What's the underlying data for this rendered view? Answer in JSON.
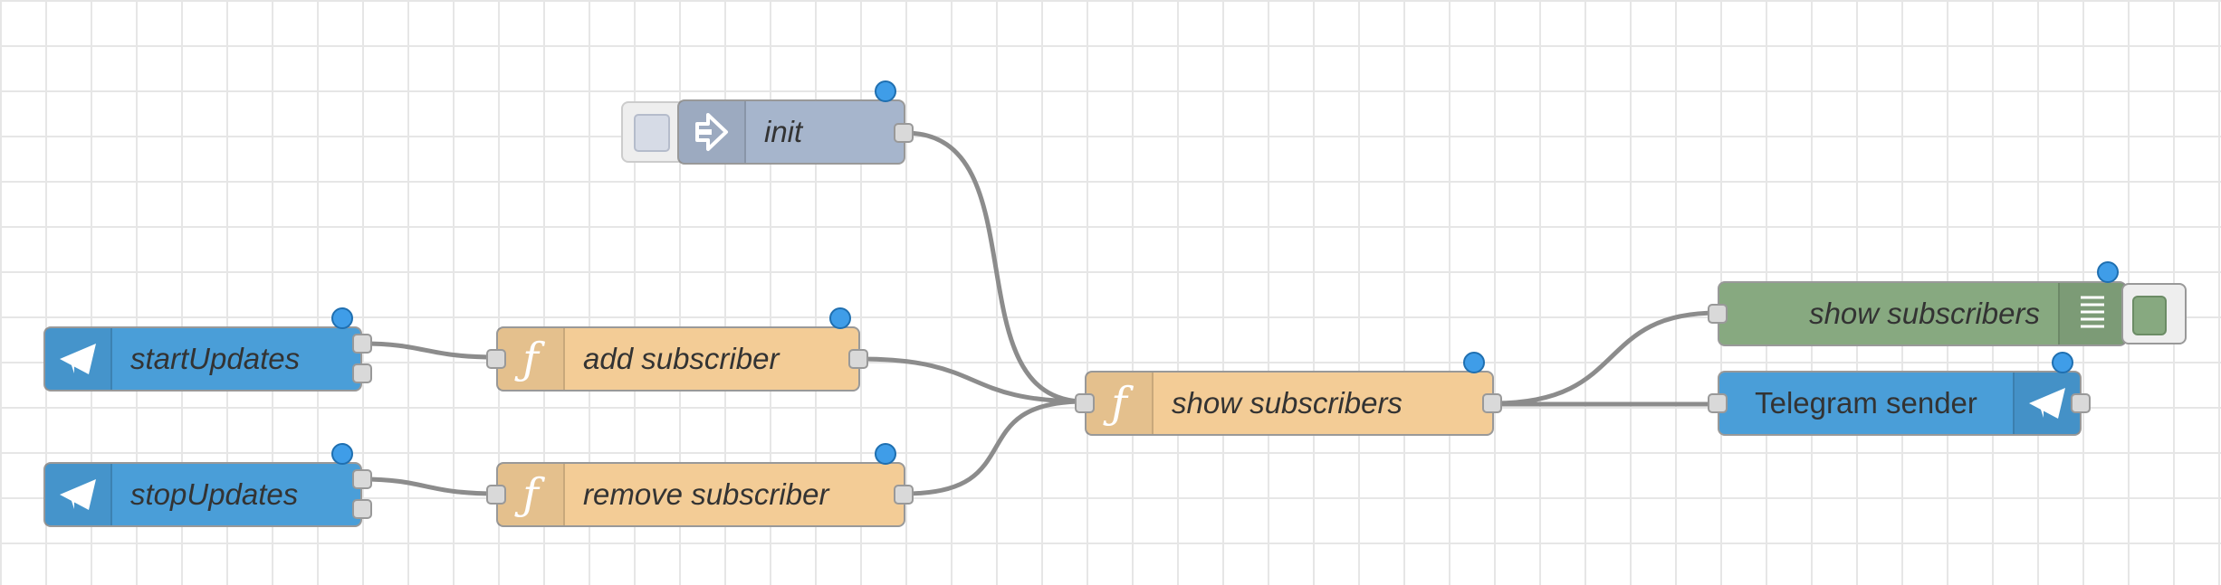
{
  "flow": {
    "nodes": {
      "init": {
        "label": "init",
        "icon": "inject-arrow-icon"
      },
      "start_updates": {
        "label": "startUpdates",
        "icon": "telegram-icon"
      },
      "stop_updates": {
        "label": "stopUpdates",
        "icon": "telegram-icon"
      },
      "add_subscriber": {
        "label": "add subscriber",
        "icon": "function-icon"
      },
      "remove_subscriber": {
        "label": "remove subscriber",
        "icon": "function-icon"
      },
      "show_subscribers_fn": {
        "label": "show subscribers",
        "icon": "function-icon"
      },
      "show_subscribers_debug": {
        "label": "show subscribers",
        "icon": "debug-list-icon"
      },
      "telegram_sender": {
        "label": "Telegram sender",
        "icon": "telegram-icon"
      }
    },
    "function_glyph": "ƒ"
  },
  "colors": {
    "telegram": "#4a9ed8",
    "function": "#f3cc96",
    "inject": "#a6b5cc",
    "debug": "#87a980",
    "wire": "#8c8c8c",
    "status_dot": "#3f9de8"
  }
}
